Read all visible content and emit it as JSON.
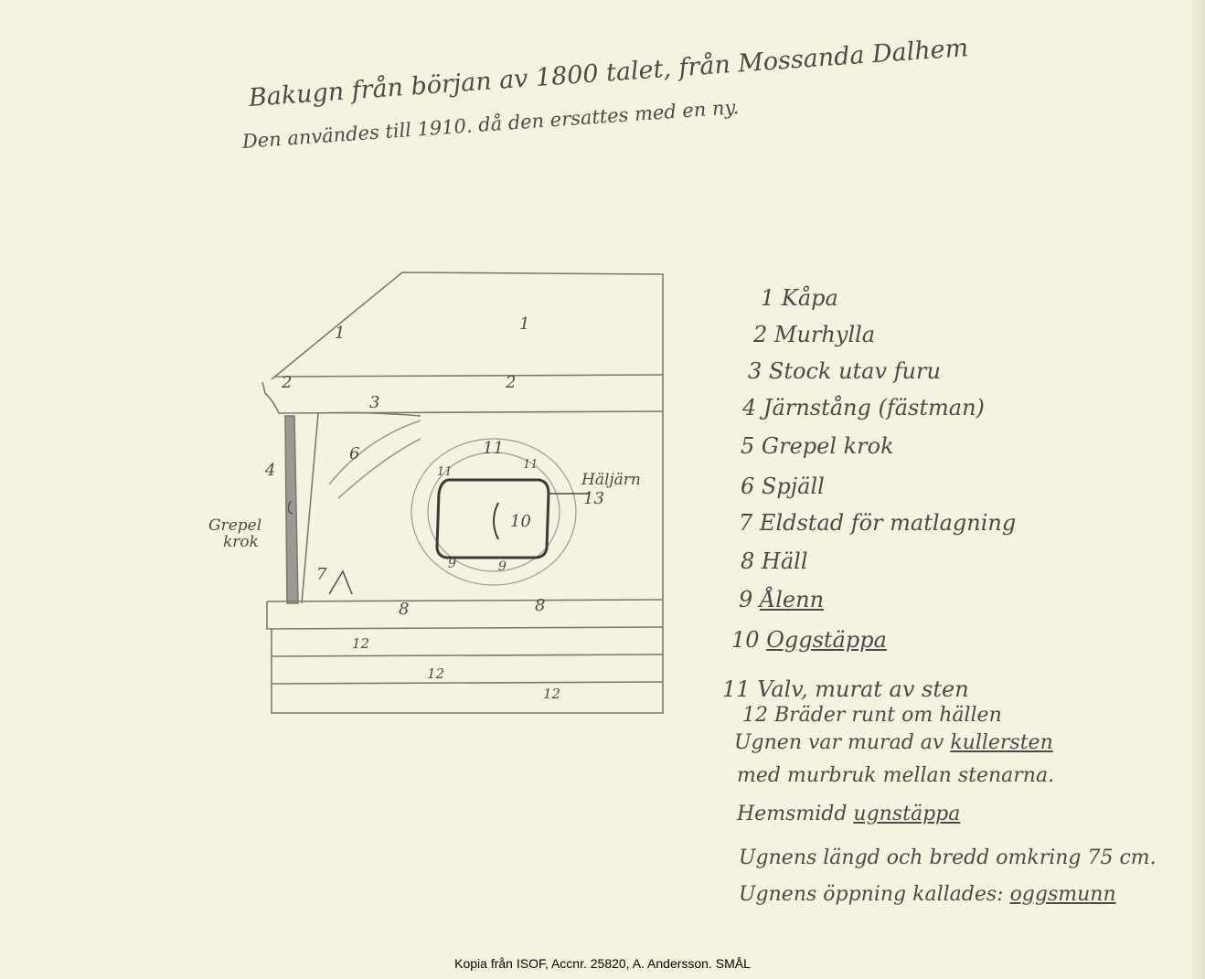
{
  "title": {
    "line1": "Bakugn från början av 1800 talet, från Mossanda Dalhem",
    "line2": "Den användes till 1910. då den ersattes med en ny."
  },
  "legend": [
    {
      "num": "1",
      "label": "Kåpa"
    },
    {
      "num": "2",
      "label": "Murhylla"
    },
    {
      "num": "3",
      "label": "Stock utav furu"
    },
    {
      "num": "4",
      "label": "Järnstång (fästman)"
    },
    {
      "num": "5",
      "label": "Grepel krok"
    },
    {
      "num": "6",
      "label": "Spjäll"
    },
    {
      "num": "7",
      "label": "Eldstad för matlagning"
    },
    {
      "num": "8",
      "label": "Häll"
    },
    {
      "num": "9",
      "label": "Ålenn"
    },
    {
      "num": "10",
      "label": "Oggstäppa"
    },
    {
      "num": "11",
      "label": "Valv, murat av sten"
    },
    {
      "num": "12",
      "label": "Bräder runt om hällen"
    }
  ],
  "notes": {
    "n1a": "Ugnen var murad av ",
    "n1b": "kullersten",
    "n2": "med murbruk mellan stenarna.",
    "n3a": "Hemsmidd ",
    "n3b": "ugnstäppa",
    "n4": "Ugnens längd och bredd omkring 75 cm.",
    "n5a": "Ugnens öppning kallades: ",
    "n5b": "oggsmunn"
  },
  "diagram": {
    "l1a": "1",
    "l1b": "1",
    "l2a": "2",
    "l2b": "2",
    "l3": "3",
    "l4": "4",
    "l6": "6",
    "l7": "7",
    "l8a": "8",
    "l8b": "8",
    "l9a": "9",
    "l9b": "9",
    "l10": "10",
    "l11a": "11",
    "l11b": "11",
    "l11c": "11",
    "l12a": "12",
    "l12b": "12",
    "l12c": "12",
    "l13": "13",
    "haljarn": "Häljärn",
    "grepel1": "Grepel",
    "grepel2": "krok"
  },
  "footer": "Kopia från ISOF, Accnr. 25820, A. Andersson. SMÅL"
}
